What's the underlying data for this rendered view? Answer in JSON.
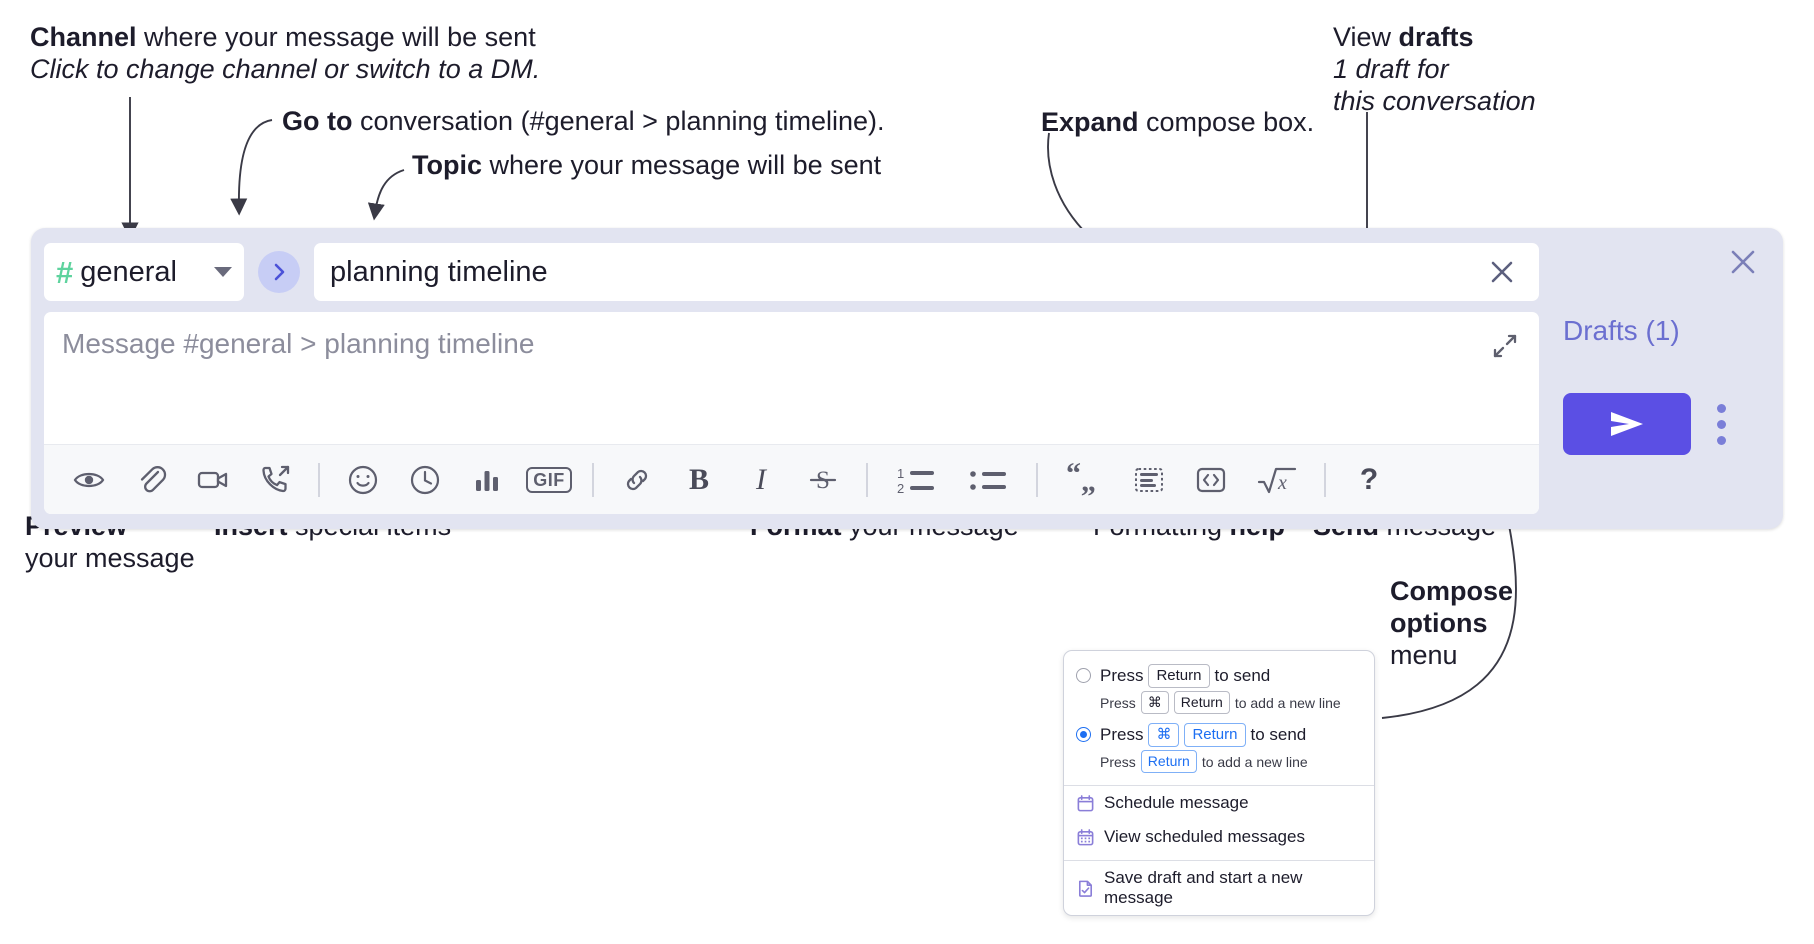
{
  "annotations": {
    "channel": {
      "title_bold": "Channel",
      "title_rest": " where your message will be sent",
      "subtitle": "Click to change channel or switch to a DM."
    },
    "goto": {
      "bold": "Go to",
      "rest": " conversation (#general > planning timeline)."
    },
    "topic": {
      "bold": "Topic",
      "rest": " where your message will be sent"
    },
    "expand": {
      "bold": "Expand",
      "rest": " compose box."
    },
    "drafts": {
      "line1_rest": "View ",
      "line1_bold": "drafts",
      "line2": "1 draft for",
      "line3": "this conversation"
    },
    "preview": {
      "bold": "Preview",
      "rest": "your message"
    },
    "insert": {
      "bold": "Insert",
      "rest": " special items"
    },
    "format": {
      "bold": "Format",
      "rest": " your message"
    },
    "formatting_help": {
      "rest": "Formatting ",
      "bold": "help"
    },
    "send": {
      "bold": "Send",
      "rest": " message"
    },
    "compose_options": {
      "line1": "Compose",
      "line2": "options",
      "line3": "menu"
    }
  },
  "compose": {
    "channel_name": "general",
    "channel_hash": "#",
    "topic_value": "planning timeline",
    "message_placeholder": "Message #general > planning timeline",
    "drafts_label": "Drafts (1)",
    "toolbar": [
      {
        "name": "preview-icon",
        "label": "Preview"
      },
      {
        "name": "attachment-icon",
        "label": "Attach file"
      },
      {
        "name": "video-clip-icon",
        "label": "Record video clip"
      },
      {
        "name": "audio-clip-icon",
        "label": "Record audio clip"
      },
      {
        "name": "emoji-icon",
        "label": "Emoji"
      },
      {
        "name": "clock-icon",
        "label": "Reminder"
      },
      {
        "name": "poll-icon",
        "label": "Poll"
      },
      {
        "name": "gif-icon",
        "label": "GIF"
      },
      {
        "name": "link-icon",
        "label": "Link"
      },
      {
        "name": "bold-icon",
        "label": "B"
      },
      {
        "name": "italic-icon",
        "label": "I"
      },
      {
        "name": "strikethrough-icon",
        "label": "S"
      },
      {
        "name": "ordered-list-icon",
        "label": "Ordered list"
      },
      {
        "name": "bulleted-list-icon",
        "label": "Bulleted list"
      },
      {
        "name": "blockquote-icon",
        "label": "Blockquote"
      },
      {
        "name": "code-block-icon",
        "label": "Code block"
      },
      {
        "name": "code-icon",
        "label": "Code"
      },
      {
        "name": "math-icon",
        "label": "Math"
      },
      {
        "name": "help-icon",
        "label": "?"
      }
    ]
  },
  "options_menu": {
    "radio_1": {
      "selected": false,
      "main_pre": "Press",
      "main_key": "Return",
      "main_post": "to send",
      "sub_pre": "Press",
      "sub_key1": "⌘",
      "sub_key2": "Return",
      "sub_post": "to add a new line"
    },
    "radio_2": {
      "selected": true,
      "main_pre": "Press",
      "main_key1": "⌘",
      "main_key2": "Return",
      "main_post": "to send",
      "sub_pre": "Press",
      "sub_key": "Return",
      "sub_post": "to add a new line"
    },
    "items": [
      {
        "icon": "calendar-schedule-icon",
        "label": "Schedule message"
      },
      {
        "icon": "calendar-grid-icon",
        "label": "View scheduled messages"
      },
      {
        "icon": "save-draft-icon",
        "label": "Save draft and start a new message"
      }
    ]
  },
  "colors": {
    "widget_bg": "#e2e4f1",
    "accent_purple": "#5b4fe4",
    "drafts_text": "#6b6fd0",
    "hash_green": "#5ed39e",
    "goto_bg": "#c7cdf5",
    "radio_blue": "#1d6ff2",
    "menu_icon_purple": "#7a6ed0"
  }
}
